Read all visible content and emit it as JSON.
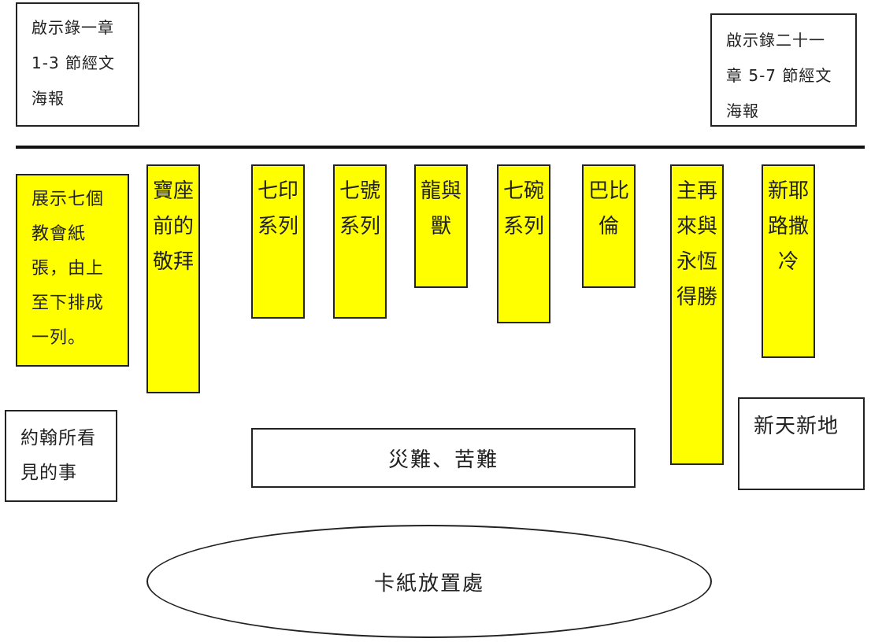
{
  "posters": {
    "left": "啟示錄一章\n1-3 節經文\n海報",
    "right": "啟示錄二十一\n章 5-7 節經文\n海報"
  },
  "steps": {
    "churches": "展示七個\n教會紙\n張，由上\n至下排成\n一列。",
    "throne": "寶座前的敬拜",
    "seals": "七印系列",
    "trumpets": "七號系列",
    "dragon": "龍與獸",
    "bowls": "七碗系列",
    "babylon": "巴比倫",
    "victory": "主再來與永恆得勝",
    "jerusalem": "新耶路撒冷"
  },
  "labels": {
    "seen": "約翰所看\n見的事",
    "disaster": "災難、苦難",
    "new_world": "新天新地",
    "placement": "卡紙放置處"
  },
  "colors": {
    "highlight": "#ffff00",
    "border": "#222222"
  }
}
